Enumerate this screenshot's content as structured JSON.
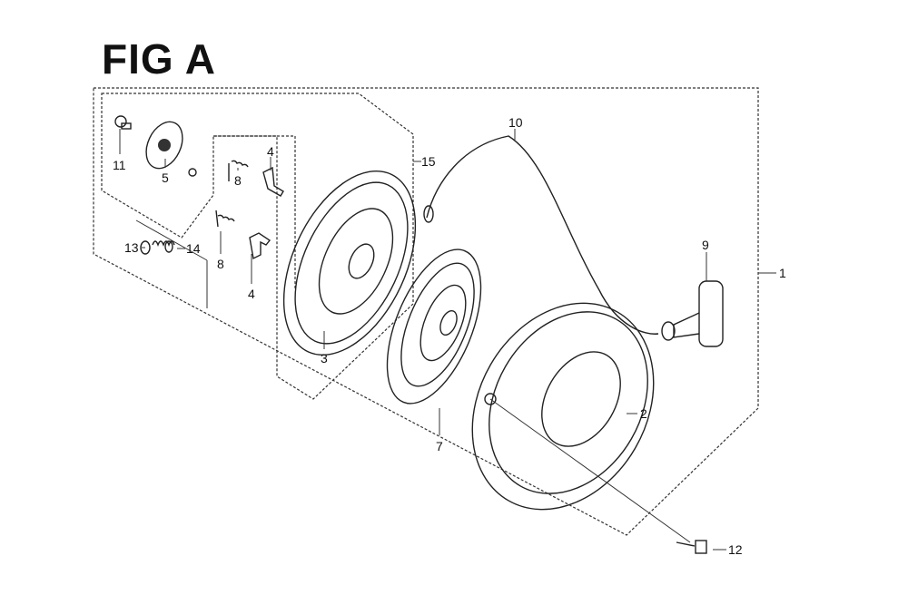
{
  "figure": {
    "title": "FIG A"
  },
  "callouts": {
    "c1": "1",
    "c2": "2",
    "c3": "3",
    "c4a": "4",
    "c4b": "4",
    "c5": "5",
    "c7": "7",
    "c8a": "8",
    "c8b": "8",
    "c9": "9",
    "c10": "10",
    "c11": "11",
    "c12": "12",
    "c13": "13",
    "c14": "14",
    "c15": "15"
  }
}
